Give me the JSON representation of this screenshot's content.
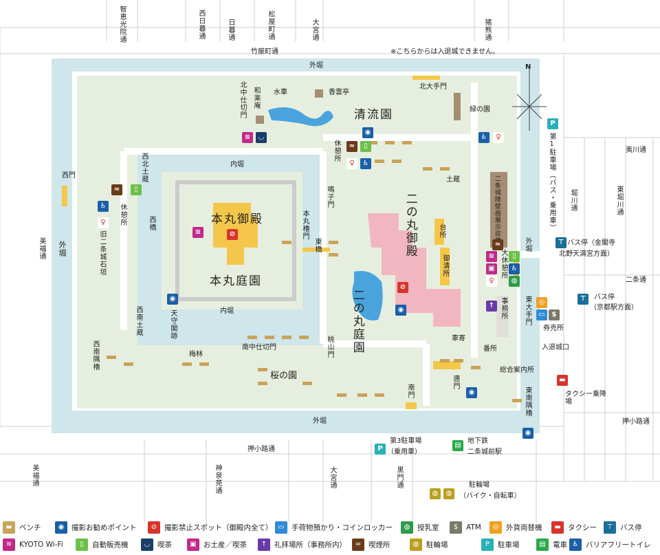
{
  "streets": {
    "chiekouin": "智恵光院通",
    "nishiseizo": "西日暮通",
    "higurashi": "日暮通",
    "matsuyamachi": "松屋町通",
    "omiya_n": "大宮通",
    "inokuma": "猪熊通",
    "takeyamachi": "竹屋町通",
    "note_no_exit": "※こちらからは入退城できません。",
    "ebisugawa": "夷川通",
    "horikawa": "堀川通",
    "higashihorikawa": "東堀川通",
    "nijo": "二条通",
    "oshikoji_e": "押小路通",
    "oshikoji_s": "押小路通",
    "mifuku_w": "美福通",
    "mifuku_sw": "美福通",
    "shinsenen": "神泉苑通",
    "omiya_s": "大宮通",
    "kuromon": "黒門通"
  },
  "moats": {
    "outer_n": "外堀",
    "outer_w": "外堀",
    "outer_e": "外堀",
    "outer_s": "外堀",
    "inner_n": "内堀",
    "inner_s": "内堀"
  },
  "places": {
    "seiryuen": "清流園",
    "honmaru_goten": "本丸御殿",
    "honmaru_teien": "本丸庭園",
    "ninomaru_goten": "二の丸御殿",
    "ninomaru_teien": "二の丸庭園",
    "sakura_no_sono": "桜の園",
    "midori_no_sono": "緑の園",
    "kouuntei": "香雲亭",
    "suisha": "水車",
    "kitaotemon": "北大手門",
    "waraku_an": "和楽庵",
    "kitanaka_shikirimon": "北中仕切門",
    "kyukeisho_n": "休憩所",
    "kyukeisho_w": "休憩所",
    "seihoku_dozou": "西北土蔵",
    "nishimon": "西門",
    "kyu_nijo_ishigaki": "旧二条城石垣",
    "seinan_sumiyagura": "西南隅櫓",
    "seinan_dozou": "西南土蔵",
    "nishibashi": "西橋",
    "tenshukaku_ato": "天守閣跡",
    "bairin": "梅林",
    "minaminaka_shikirimon": "南中仕切門",
    "higashibashi": "東橋",
    "honmaru_yaguramon": "本丸櫓門",
    "narukomon": "鳴子門",
    "momoyamamon": "桃山門",
    "dozou": "土蔵",
    "daidokoro": "台所",
    "okiyosho": "御清所",
    "kuruma_yose": "車寄",
    "karamon": "唐門",
    "minamimon": "南門",
    "shogaheki_kan": "二条城障壁画展示収蔵館",
    "ookyukeisho": "大休憩所",
    "jimusho": "事務所",
    "higashi_otemon": "東大手門",
    "bansho": "番所",
    "ticket": "券売所",
    "entrance": "入退城口",
    "sogo_annaisho": "総合案内所",
    "tonan_sumiyagura": "東南隅櫓",
    "taxi": "タクシー乗降場",
    "parking1": "第1駐車場（バス・乗用車）",
    "parking3_a": "第3駐車場",
    "parking3_b": "（乗用車）",
    "subway_a": "地下鉄",
    "subway_b": "二条城前駅",
    "bike_a": "駐輪場",
    "bike_b": "（バイク・自転車）",
    "bus1_a": "バス停（金閣寺",
    "bus1_b": "北野天満宮方面）",
    "bus2_a": "バス停",
    "bus2_b": "（京都駅方面）",
    "north": "N"
  },
  "legend": [
    {
      "label": "ベンチ",
      "icon": "bench-icon",
      "color": "#c8a35a"
    },
    {
      "label": "撮影お勧めポイント",
      "icon": "camera-icon",
      "color": "#1a5fa8"
    },
    {
      "label": "撮影禁止スポット（御殿内全て）",
      "icon": "no-camera-icon",
      "color": "#d9342b"
    },
    {
      "label": "手荷物預かり・コインロッカー",
      "icon": "locker-icon",
      "color": "#2e8bd8"
    },
    {
      "label": "授乳室",
      "icon": "nursing-icon",
      "color": "#2e9a4a"
    },
    {
      "label": "ATM",
      "icon": "atm-icon",
      "color": "#7a7a6a"
    },
    {
      "label": "外貨両替機",
      "icon": "exchange-icon",
      "color": "#f0a020"
    },
    {
      "label": "タクシー",
      "icon": "taxi-icon",
      "color": "#d9342b"
    },
    {
      "label": "バス停",
      "icon": "bus-stop-icon",
      "color": "#1a6e9a"
    },
    {
      "label": "KYOTO Wi-Fi",
      "icon": "wifi-icon",
      "color": "#c02a8a"
    },
    {
      "label": "自動販売機",
      "icon": "vending-icon",
      "color": "#6cc04a"
    },
    {
      "label": "喫茶",
      "icon": "cafe-icon",
      "color": "#1a3e6a"
    },
    {
      "label": "お土産／喫茶",
      "icon": "gift-icon",
      "color": "#c02a8a"
    },
    {
      "label": "礼拝場所（事務所内）",
      "icon": "prayer-icon",
      "color": "#6a3aa8"
    },
    {
      "label": "喫煙所",
      "icon": "smoking-icon",
      "color": "#6a3a1a"
    },
    {
      "label": "駐輪場",
      "icon": "bicycle-icon",
      "color": "#b8a020"
    },
    {
      "label": "駐車場",
      "icon": "parking-icon",
      "color": "#2ab0b8"
    },
    {
      "label": "電車",
      "icon": "train-icon",
      "color": "#2aa84a"
    },
    {
      "label": "バリアフリートイレ",
      "icon": "accessible-icon",
      "color": "#1a5fa8"
    }
  ],
  "colors": {
    "moat": "#cfe6ea",
    "grounds": "#e6efdf",
    "paths": "#ffffff",
    "building_yellow": "#f4c74a",
    "building_pink": "#f2b6c2",
    "building_brown": "#a58e73",
    "pond": "#4aa3dc",
    "wall": "#dcdcdc"
  }
}
